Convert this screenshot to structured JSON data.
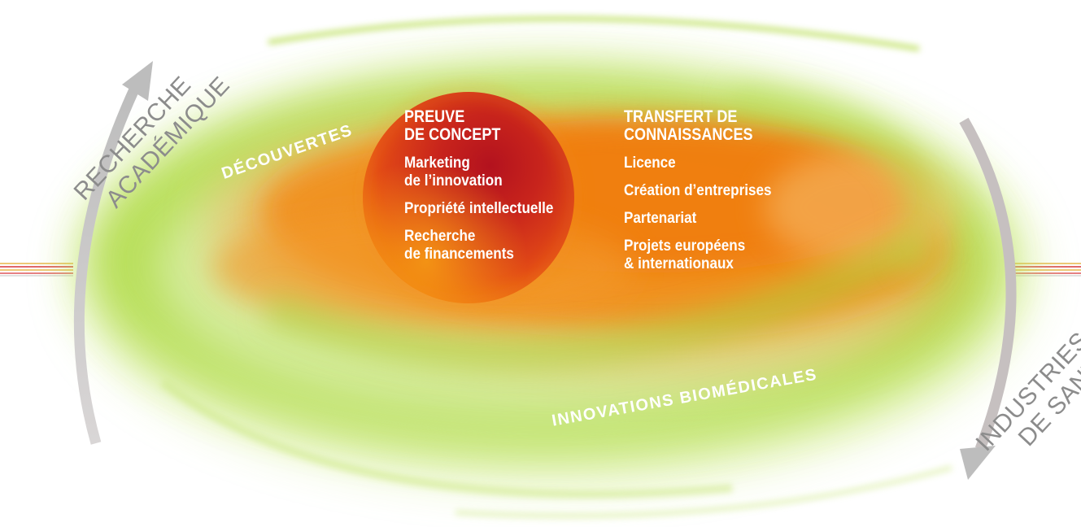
{
  "left_cycle": {
    "line1": "RECHERCHE",
    "line2": "ACADÉMIQUE"
  },
  "right_cycle": {
    "line1": "INDUSTRIES",
    "line2": "DE SANTÉ"
  },
  "ring_top_label": "DÉCOUVERTES",
  "ring_bottom_label": "INNOVATIONS BIOMÉDICALES",
  "proof_of_concept": {
    "heading_line1": "PREUVE",
    "heading_line2": "DE CONCEPT",
    "items": [
      {
        "line1": "Marketing",
        "line2": "de l’innovation"
      },
      {
        "line1": "Propriété intellectuelle",
        "line2": ""
      },
      {
        "line1": "Recherche",
        "line2": "de financements"
      }
    ]
  },
  "knowledge_transfer": {
    "heading_line1": "TRANSFERT DE",
    "heading_line2": "CONNAISSANCES",
    "items": [
      {
        "line1": "Licence",
        "line2": ""
      },
      {
        "line1": "Création d’entreprises",
        "line2": ""
      },
      {
        "line1": "Partenariat",
        "line2": ""
      },
      {
        "line1": "Projets européens",
        "line2": "& internationaux"
      }
    ]
  },
  "colors": {
    "green": "#9bcf2a",
    "orange": "#f28a12",
    "red_sphere": "#c8241c",
    "arrow_gray": "#c9c3c3",
    "text_gray": "#8c8c8c",
    "stripe_red": "#d6343a",
    "stripe_gold": "#e8b54a"
  }
}
